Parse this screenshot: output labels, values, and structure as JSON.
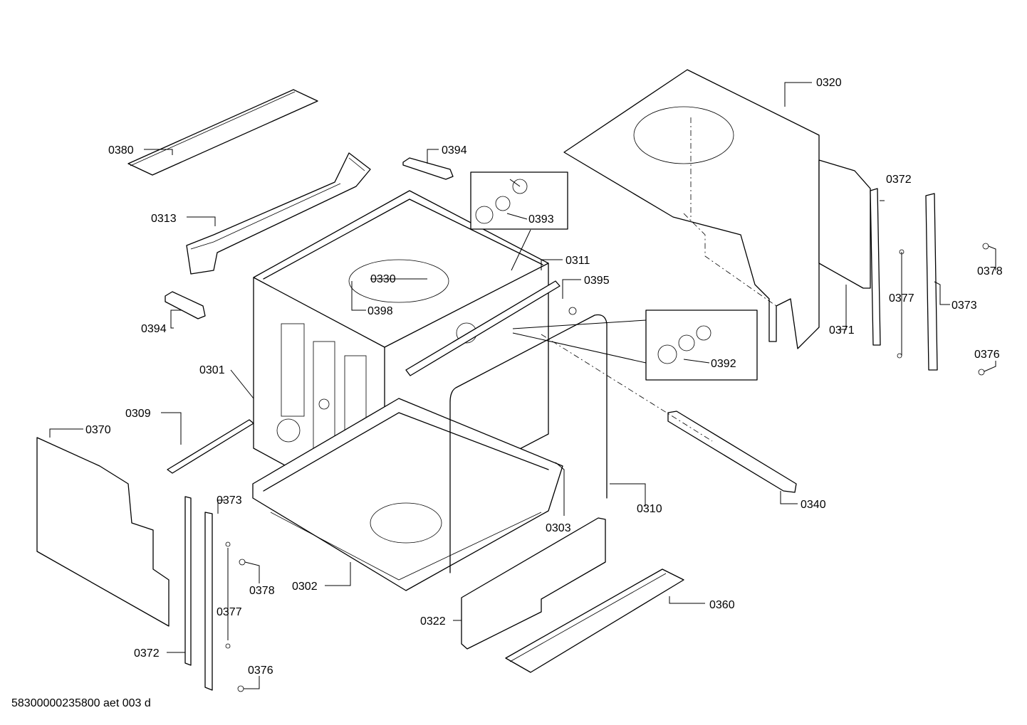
{
  "document_id": "58300000235800 aet 003 d",
  "callouts": [
    {
      "id": "c0380",
      "text": "0380"
    },
    {
      "id": "c0313",
      "text": "0313"
    },
    {
      "id": "c0394a",
      "text": "0394"
    },
    {
      "id": "c0394b",
      "text": "0394"
    },
    {
      "id": "c0393",
      "text": "0393"
    },
    {
      "id": "c0330",
      "text": "0330"
    },
    {
      "id": "c0398",
      "text": "0398"
    },
    {
      "id": "c0311",
      "text": "0311"
    },
    {
      "id": "c0395",
      "text": "0395"
    },
    {
      "id": "c0320",
      "text": "0320"
    },
    {
      "id": "c0372a",
      "text": "0372"
    },
    {
      "id": "c0378a",
      "text": "0378"
    },
    {
      "id": "c0377a",
      "text": "0377"
    },
    {
      "id": "c0373a",
      "text": "0373"
    },
    {
      "id": "c0371",
      "text": "0371"
    },
    {
      "id": "c0376a",
      "text": "0376"
    },
    {
      "id": "c0392",
      "text": "0392"
    },
    {
      "id": "c0301",
      "text": "0301"
    },
    {
      "id": "c0309",
      "text": "0309"
    },
    {
      "id": "c0370",
      "text": "0370"
    },
    {
      "id": "c0340",
      "text": "0340"
    },
    {
      "id": "c0310",
      "text": "0310"
    },
    {
      "id": "c0303",
      "text": "0303"
    },
    {
      "id": "c0373b",
      "text": "0373"
    },
    {
      "id": "c0378b",
      "text": "0378"
    },
    {
      "id": "c0302",
      "text": "0302"
    },
    {
      "id": "c0377b",
      "text": "0377"
    },
    {
      "id": "c0360",
      "text": "0360"
    },
    {
      "id": "c0322",
      "text": "0322"
    },
    {
      "id": "c0372b",
      "text": "0372"
    },
    {
      "id": "c0376b",
      "text": "0376"
    }
  ]
}
